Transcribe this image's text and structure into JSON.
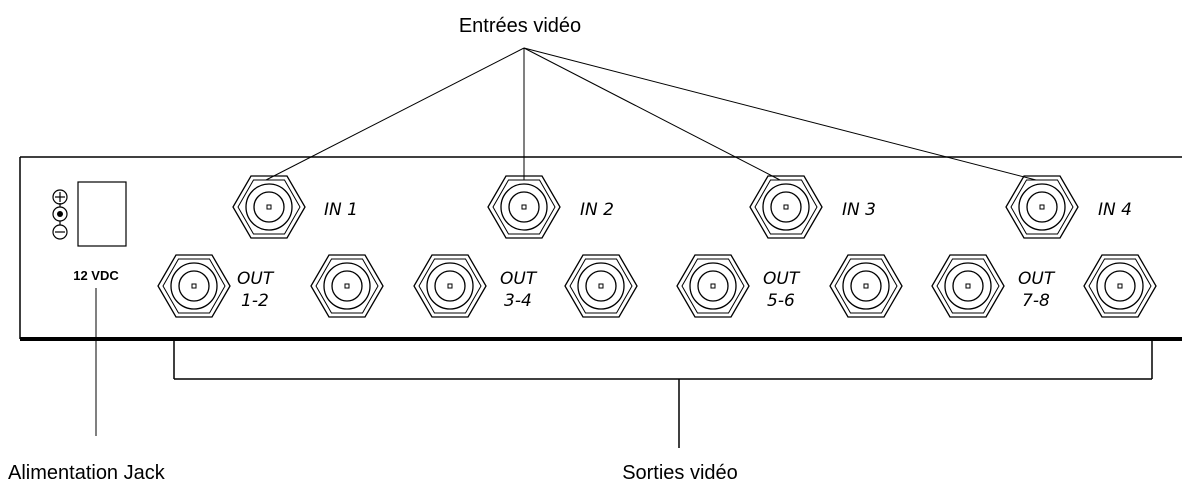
{
  "callouts": {
    "video_inputs": "Entrées vidéo",
    "power_jack": "Alimentation Jack",
    "video_outputs": "Sorties vidéo"
  },
  "panel": {
    "power_label": "12 VDC",
    "polarity_plus": "+",
    "polarity_minus": "−",
    "inputs": [
      "IN 1",
      "IN 2",
      "IN 3",
      "IN 4"
    ],
    "output_groups": [
      {
        "top": "OUT",
        "bottom": "1-2"
      },
      {
        "top": "OUT",
        "bottom": "3-4"
      },
      {
        "top": "OUT",
        "bottom": "5-6"
      },
      {
        "top": "OUT",
        "bottom": "7-8"
      }
    ]
  }
}
